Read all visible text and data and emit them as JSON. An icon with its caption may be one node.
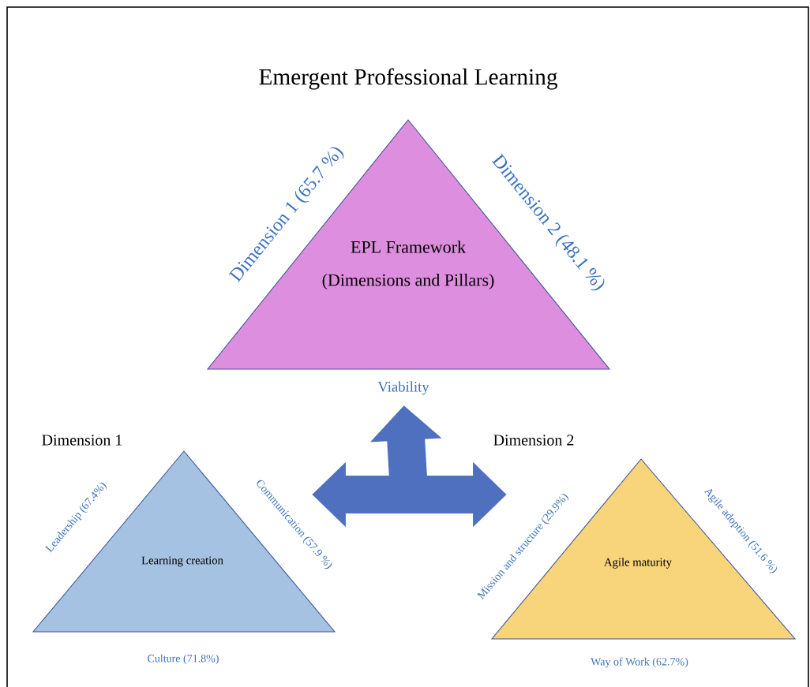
{
  "diagram": {
    "title": "Emergent Professional Learning",
    "nodes": [
      {
        "text": [
          "EPL Framework",
          "(Dimensions and Pillars)"
        ],
        "beside": [
          "Dimension 1 (65.7 %)",
          "Dimension 2 (48.1 %)"
        ]
      },
      {
        "text": [
          "Viability"
        ]
      },
      {
        "text": [
          "Dimension 1",
          "Learning creation"
        ],
        "beside": [
          "Leadership (67.4%)",
          "Communication (57.9 %)",
          "Culture (71.8%)"
        ]
      },
      {
        "text": [
          "Dimension 2",
          "Agile maturity"
        ],
        "beside": [
          "Mission and structure (29.9%)",
          "Agile adoption (51.6 %)",
          "Way of Work (62.7%)"
        ]
      }
    ],
    "edges": [
      {
        "from": null,
        "to": 1,
        "arrow": "to"
      },
      {
        "from": 2,
        "to": 3,
        "arrow": "both"
      }
    ]
  }
}
